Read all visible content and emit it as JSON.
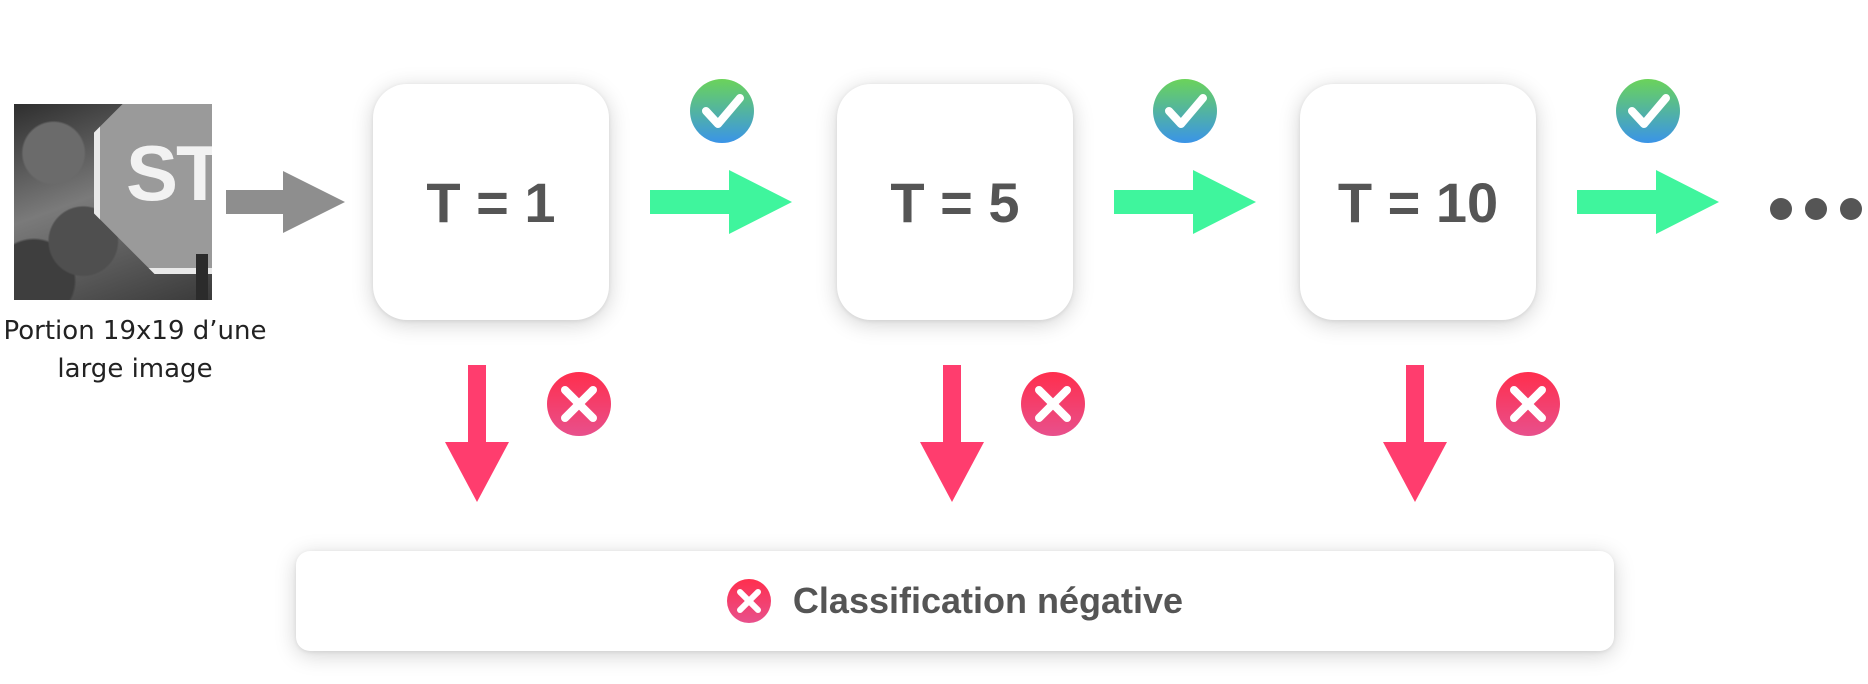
{
  "input": {
    "sign_text": "STO",
    "caption_line1": "Portion 19x19 d’une",
    "caption_line2": "large image"
  },
  "stages": [
    {
      "label": "T = 1"
    },
    {
      "label": "T = 5"
    },
    {
      "label": "T = 10"
    }
  ],
  "continuation": "...",
  "result": {
    "label": "Classification négative",
    "icon": "cross-icon"
  },
  "colors": {
    "input_arrow": "#8e8e8e",
    "pass_arrow": "#3ff59d",
    "reject_arrow": "#ff3d6e",
    "stage_text": "#555555",
    "check_top": "#6bd35a",
    "check_bottom": "#3a94e8",
    "cross_top": "#ff2e4d",
    "cross_bottom": "#e8508c"
  },
  "icons": {
    "pass": "checkmark-icon",
    "reject": "cross-icon"
  }
}
